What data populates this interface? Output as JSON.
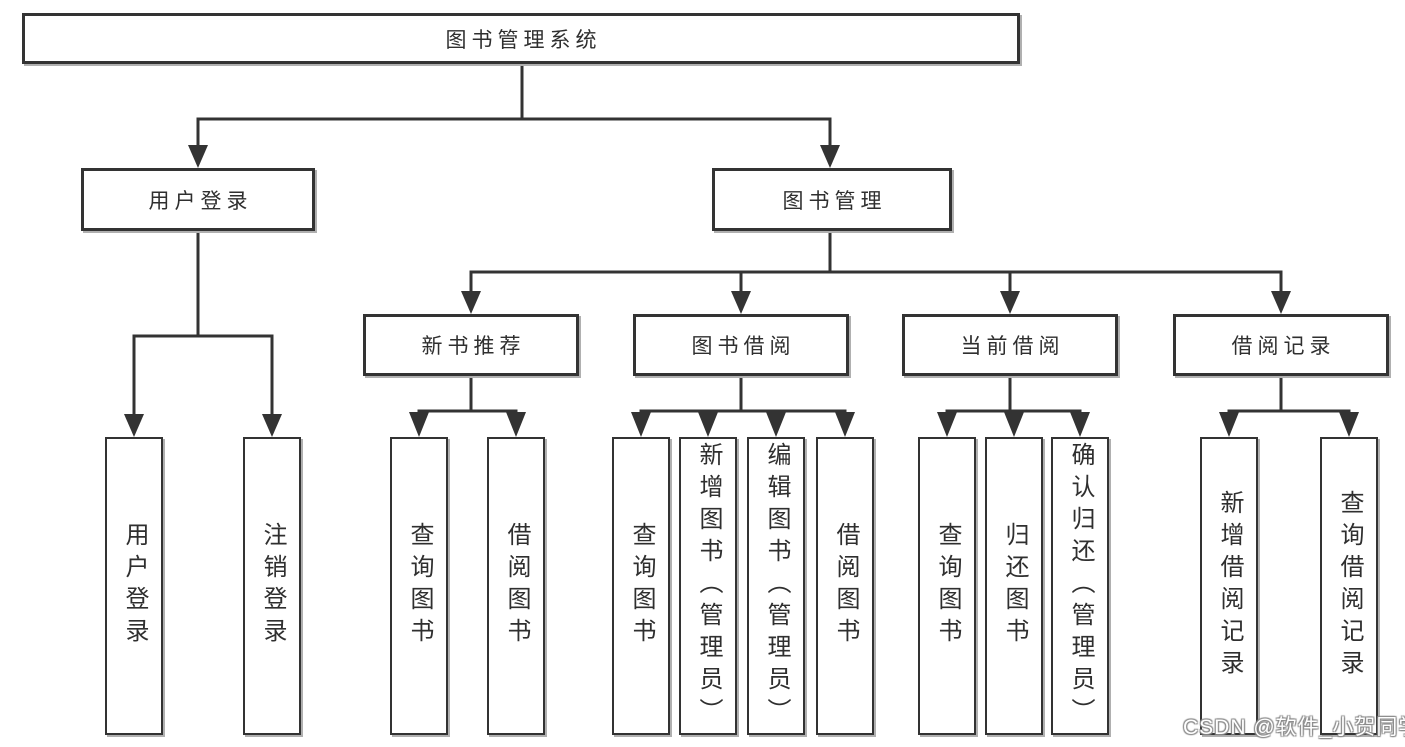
{
  "root": {
    "label": "图书管理系统"
  },
  "login_branch": {
    "label": "用户登录",
    "children": [
      {
        "label": "用户登录"
      },
      {
        "label": "注销登录"
      }
    ]
  },
  "management_branch": {
    "label": "图书管理",
    "groups": [
      {
        "label": "新书推荐",
        "children": [
          {
            "label": "查询图书"
          },
          {
            "label": "借阅图书"
          }
        ]
      },
      {
        "label": "图书借阅",
        "children": [
          {
            "label": "查询图书"
          },
          {
            "label": "新增图书（管理员）"
          },
          {
            "label": "编辑图书（管理员）"
          },
          {
            "label": "借阅图书"
          }
        ]
      },
      {
        "label": "当前借阅",
        "children": [
          {
            "label": "查询图书"
          },
          {
            "label": "归还图书"
          },
          {
            "label": "确认归还（管理员）"
          }
        ]
      },
      {
        "label": "借阅记录",
        "children": [
          {
            "label": "新增借阅记录"
          },
          {
            "label": "查询借阅记录"
          }
        ]
      }
    ]
  },
  "watermark": "CSDN @软件_小贺同学",
  "colors": {
    "line": "#333333",
    "text": "#2f2f2f",
    "background": "#ffffff",
    "box_shadow": "#b0b0b0",
    "watermark_text": "#ffffff",
    "watermark_shadow": "#8a8a8a"
  }
}
